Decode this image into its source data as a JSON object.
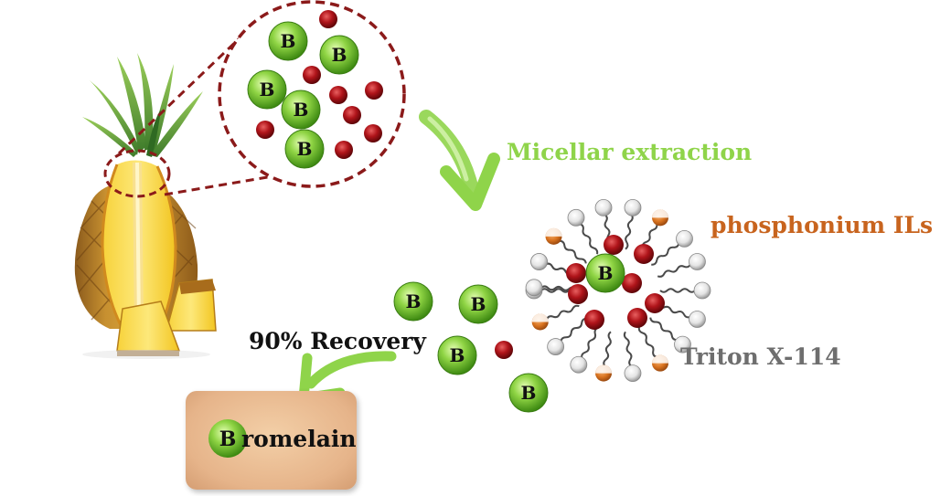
{
  "labels": {
    "micellar": "Micellar extraction",
    "phosphonium": "phosphonium ILs",
    "triton": "Triton X-114",
    "recovery": "90% Recovery",
    "bromelain_rest": "romelain"
  },
  "protein_letter": "B",
  "colors": {
    "micellar_green": "#8fd44a",
    "phosphonium_orange": "#c8641e",
    "triton_gray": "#6e6e6e",
    "recovery_black": "#111111",
    "bromelain_box": "#e6b48a",
    "protein_green": "#7ec83a",
    "red_particle": "#b0141a",
    "zoom_dashes": "#8b1a1a"
  }
}
